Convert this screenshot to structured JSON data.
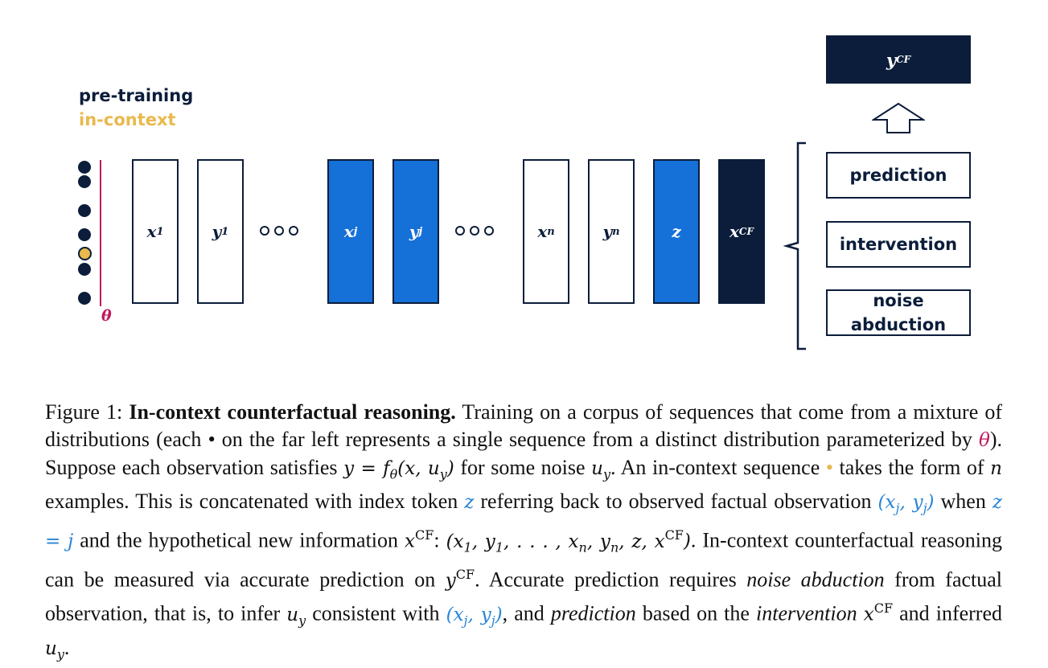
{
  "legend": {
    "pretraining": "pre-training",
    "incontext": "in-context"
  },
  "theta": "θ",
  "sequence": {
    "x1": "x",
    "x1_sub": "1",
    "y1": "y",
    "y1_sub": "1",
    "xj": "x",
    "xj_sub": "j",
    "yj": "y",
    "yj_sub": "j",
    "xn": "x",
    "xn_sub": "n",
    "yn": "y",
    "yn_sub": "n",
    "z": "z",
    "xcf": "x",
    "xcf_sup": "CF"
  },
  "stages": {
    "prediction": "prediction",
    "intervention": "intervention",
    "abduction": "noise abduction"
  },
  "output": {
    "y": "y",
    "sup": "CF"
  },
  "caption": {
    "label": "Figure 1: ",
    "title": "In-context counterfactual reasoning.",
    "s1": " Training on a corpus of sequences that come from a mixture of distributions (each ",
    "bullet": "•",
    "s2": " on the far left represents a single sequence from a distinct distribution parameterized by ",
    "theta": "θ",
    "s3": ").  Suppose each observation satisfies ",
    "eq1": "y = f",
    "eq1_sub": "θ",
    "eq1_rest": "(x, u",
    "eq1_sub2": "y",
    "eq1_end": ")",
    "s4": " for some noise ",
    "uy": "u",
    "uy_sub": "y",
    "s5": ".  An in-context sequence ",
    "s6": " takes the form of ",
    "n": "n",
    "s7": " examples. This is concatenated with index token ",
    "z": "z",
    "s8": " referring back to observed factual observation ",
    "xjyj": "(x",
    "xjyj_sub": "j",
    "xjyj_mid": ", y",
    "xjyj_sub2": "j",
    "xjyj_end": ")",
    "s9": " when ",
    "zj": "z = j",
    "s10": " and the hypothetical new information ",
    "xcf": "x",
    "cf": "CF",
    "s11": ": ",
    "seq": "(x",
    "seq_a": "1",
    "seq_b": ", y",
    "seq_c": "1",
    "seq_d": ", . . . , x",
    "seq_e": "n",
    "seq_f": ", y",
    "seq_g": "n",
    "seq_h": ", z, x",
    "seq_end": ")",
    "s12": ". In-context counterfactual reasoning can be measured via accurate prediction on ",
    "ycf": "y",
    "s13": ". Accurate prediction requires ",
    "noise_abduction": "noise abduction",
    "s14": " from factual observation, that is, to infer ",
    "s15": " consistent with ",
    "s16": ", and ",
    "prediction": "prediction",
    "s17": " based on the ",
    "intervention": "intervention",
    "s18": " and inferred ",
    "s19": "."
  }
}
